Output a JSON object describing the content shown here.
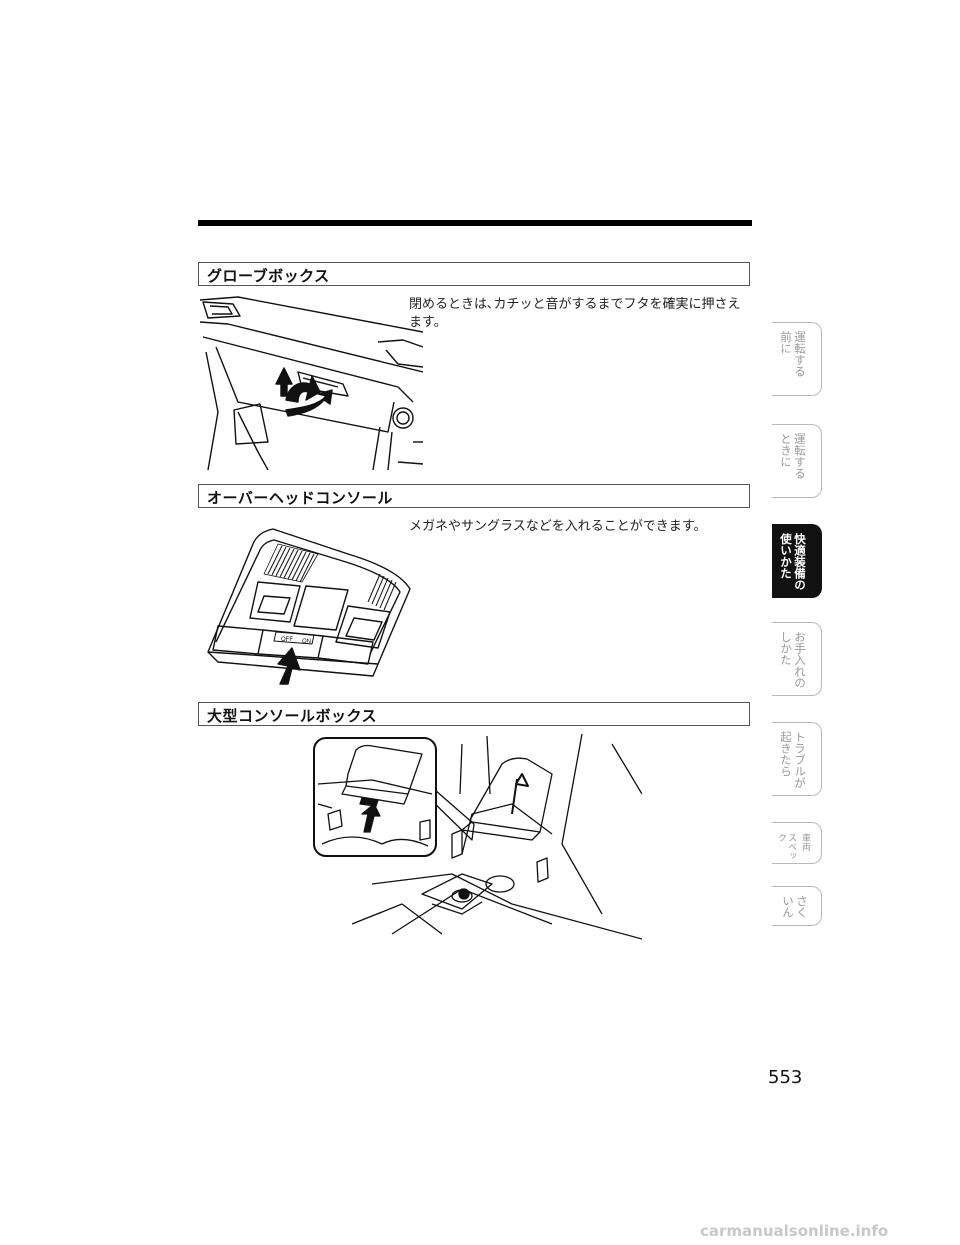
{
  "sections": [
    {
      "title": "グローブボックス",
      "text": "閉めるときは､カチッと音がするまでフタを確実に押さえます。"
    },
    {
      "title": "オーバーヘッドコンソール",
      "text": "メガネやサングラスなどを入れることができます。"
    },
    {
      "title": "大型コンソールボックス"
    }
  ],
  "console_labels": {
    "off": "OFF",
    "on": "ON"
  },
  "side_tabs": [
    {
      "line1": "運転する",
      "line2": "前に"
    },
    {
      "line1": "運転する",
      "line2": "ときに"
    },
    {
      "line1": "快適装備の",
      "line2": "使いかた"
    },
    {
      "line1": "お手入れの",
      "line2": "しかた"
    },
    {
      "line1": "トラブルが",
      "line2": "起きたら"
    },
    {
      "line1": "車両",
      "line2": "スペック"
    },
    {
      "line1": "さく",
      "line2": "いん"
    }
  ],
  "page_number": "553",
  "watermark": "carmanualsonline.info"
}
